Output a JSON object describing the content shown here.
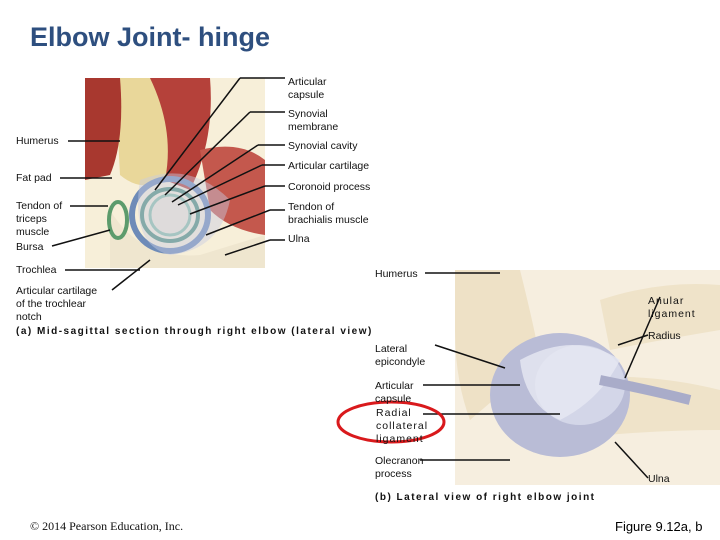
{
  "title": "Elbow Joint- hinge",
  "panel_a": {
    "labels_right": {
      "articular_capsule": "Articular\ncapsule",
      "synovial_membrane": "Synovial\nmembrane",
      "synovial_cavity": "Synovial cavity",
      "articular_cartilage": "Articular cartilage",
      "coronoid_process": "Coronoid process",
      "tendon_brachialis": "Tendon of\nbrachialis muscle",
      "ulna": "Ulna"
    },
    "labels_left": {
      "humerus": "Humerus",
      "fat_pad": "Fat pad",
      "tendon_triceps": "Tendon of\ntriceps\nmuscle",
      "bursa": "Bursa",
      "trochlea": "Trochlea",
      "trochlear_notch": "Articular cartilage\nof the trochlear\nnotch"
    },
    "caption": "(a) Mid-sagittal section through right elbow (lateral view)"
  },
  "panel_b": {
    "labels": {
      "humerus": "Humerus",
      "annular_ligament": "Anular\nligament",
      "radius": "Radius",
      "lateral_epicondyle": "Lateral\nepicondyle",
      "articular_capsule": "Articular\ncapsule",
      "radial_collateral": "Radial\ncollateral\nligament",
      "olecranon": "Olecranon\nprocess",
      "ulna": "Ulna"
    },
    "caption": "(b) Lateral view of right elbow joint"
  },
  "footer": {
    "copyright": "© 2014 Pearson Education, Inc.",
    "figure": "Figure 9.12a, b"
  },
  "colors": {
    "title": "#2e4f7f",
    "highlight_oval": "#d9191c",
    "muscle": "#b5413a",
    "bone": "#efe6cf",
    "ligament": "#b9bcd6"
  }
}
